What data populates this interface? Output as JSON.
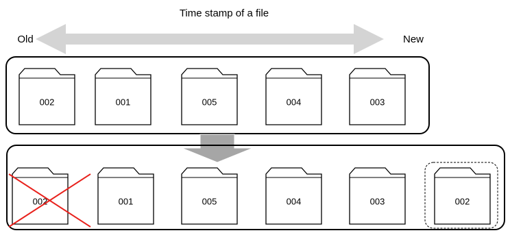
{
  "title": "Time stamp of a file",
  "axis": {
    "left_label": "Old",
    "right_label": "New"
  },
  "before_row": [
    "002",
    "001",
    "005",
    "004",
    "003"
  ],
  "after_row": [
    "002",
    "001",
    "005",
    "004",
    "003",
    "002"
  ],
  "deleted_label": "002",
  "colors": {
    "arrow": "#d4d4d4",
    "down_arrow": "#a6a6a6",
    "cross": "#e8211c",
    "stroke": "#000000"
  }
}
